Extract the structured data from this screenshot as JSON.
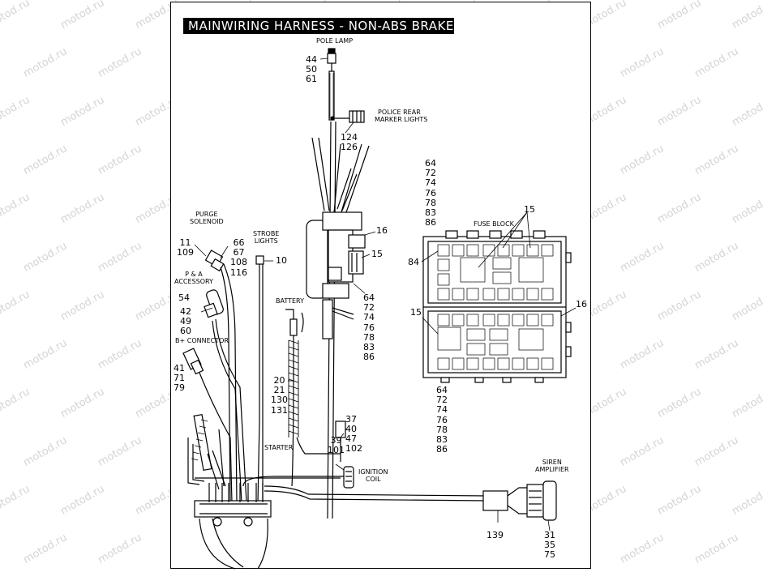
{
  "title": "MAINWIRING HARNESS - NON-ABS BRAKES",
  "watermark": "motod.ru",
  "labels": {
    "pole_lamp": "POLE LAMP",
    "police_rear_1": "POLICE REAR",
    "police_rear_2": "MARKER LIGHTS",
    "purge_1": "PURGE",
    "purge_2": "SOLENOID",
    "strobe_1": "STROBE",
    "strobe_2": "LIGHTS",
    "pa_1": "P & A",
    "pa_2": "ACCESSORY",
    "b_connector": "B+ CONNECTOR",
    "battery": "BATTERY",
    "starter": "STARTER",
    "ignition_1": "IGNITION",
    "ignition_2": "COIL",
    "fuse_block": "FUSE BLOCK",
    "siren_1": "SIREN",
    "siren_2": "AMPLIFIER"
  },
  "callouts": {
    "pole_lamp_parts": [
      "44",
      "50",
      "61"
    ],
    "police_marker_parts": [
      "124",
      "126"
    ],
    "fuse_top_parts": [
      "64",
      "72",
      "74",
      "76",
      "78",
      "83",
      "86"
    ],
    "fuse_bottom_parts": [
      "64",
      "72",
      "74",
      "76",
      "78",
      "83",
      "86"
    ],
    "harness_mid_parts": [
      "64",
      "72",
      "74",
      "76",
      "78",
      "83",
      "86"
    ],
    "purge_left": [
      "11",
      "109"
    ],
    "purge_right": [
      "66",
      "67",
      "108",
      "116"
    ],
    "strobe": "10",
    "pa_parts": [
      "54",
      "42",
      "49",
      "60"
    ],
    "b_conn_parts": [
      "41",
      "71",
      "79"
    ],
    "battery_parts": [
      "20",
      "21",
      "130",
      "131"
    ],
    "starter_parts": [
      "37",
      "40",
      "47",
      "102"
    ],
    "ignition_left": [
      "39",
      "101"
    ],
    "harness_16": "16",
    "harness_15": "15",
    "fuse_15_top": "15",
    "fuse_84": "84",
    "fuse_15_left": "15",
    "fuse_16_right": "16",
    "siren_139": "139",
    "siren_parts": [
      "31",
      "35",
      "75"
    ]
  }
}
